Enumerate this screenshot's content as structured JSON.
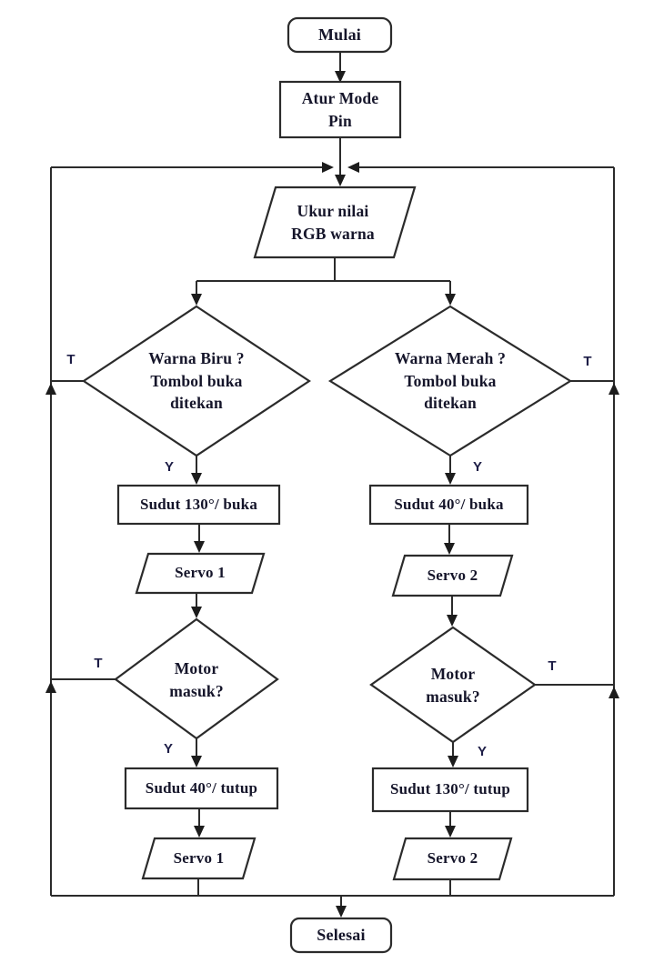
{
  "flowchart": {
    "nodes": {
      "mulai": "Mulai",
      "atur_mode_pin": "Atur Mode\nPin",
      "ukur_nilai": "Ukur nilai\nRGB warna",
      "warna_biru": "Warna Biru ?\nTombol buka\nditekan",
      "warna_merah": "Warna Merah ?\nTombol buka\nditekan",
      "sudut_130_buka": "Sudut 130°/ buka",
      "sudut_40_buka": "Sudut 40°/ buka",
      "servo_1_buka": "Servo 1",
      "servo_2_buka": "Servo 2",
      "motor_masuk_kiri": "Motor\nmasuk?",
      "motor_masuk_kanan": "Motor\nmasuk?",
      "sudut_40_tutup": "Sudut 40°/ tutup",
      "sudut_130_tutup": "Sudut 130°/ tutup",
      "servo_1_tutup": "Servo 1",
      "servo_2_tutup": "Servo 2",
      "selesai": "Selesai"
    },
    "branch_labels": {
      "t": "T",
      "y": "Y"
    },
    "edges": [
      {
        "from": "mulai",
        "to": "atur_mode_pin"
      },
      {
        "from": "atur_mode_pin",
        "to": "ukur_nilai"
      },
      {
        "from": "ukur_nilai",
        "to": "warna_biru"
      },
      {
        "from": "ukur_nilai",
        "to": "warna_merah"
      },
      {
        "from": "warna_biru",
        "to": "sudut_130_buka",
        "label": "Y"
      },
      {
        "from": "warna_biru",
        "to": "ukur_nilai",
        "label": "T"
      },
      {
        "from": "warna_merah",
        "to": "sudut_40_buka",
        "label": "Y"
      },
      {
        "from": "warna_merah",
        "to": "ukur_nilai",
        "label": "T"
      },
      {
        "from": "sudut_130_buka",
        "to": "servo_1_buka"
      },
      {
        "from": "servo_1_buka",
        "to": "motor_masuk_kiri"
      },
      {
        "from": "motor_masuk_kiri",
        "to": "sudut_40_tutup",
        "label": "Y"
      },
      {
        "from": "motor_masuk_kiri",
        "to": "ukur_nilai",
        "label": "T"
      },
      {
        "from": "sudut_40_buka",
        "to": "servo_2_buka"
      },
      {
        "from": "servo_2_buka",
        "to": "motor_masuk_kanan"
      },
      {
        "from": "motor_masuk_kanan",
        "to": "sudut_130_tutup",
        "label": "Y"
      },
      {
        "from": "motor_masuk_kanan",
        "to": "ukur_nilai",
        "label": "T"
      },
      {
        "from": "sudut_40_tutup",
        "to": "servo_1_tutup"
      },
      {
        "from": "servo_1_tutup",
        "to": "selesai"
      },
      {
        "from": "sudut_130_tutup",
        "to": "servo_2_tutup"
      },
      {
        "from": "servo_2_tutup",
        "to": "selesai"
      }
    ],
    "colors": {
      "line": "#2b2b2b",
      "text": "#15152a",
      "background": "#ffffff"
    }
  }
}
